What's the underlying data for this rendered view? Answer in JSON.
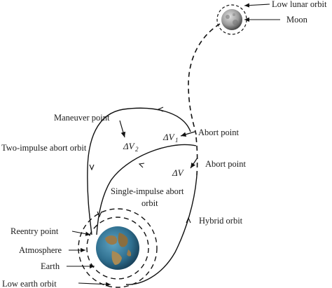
{
  "labels": {
    "low_lunar_orbit": "Low lunar orbit",
    "moon": "Moon",
    "maneuver_point": "Maneuver point",
    "abort_point_upper": "Abort point",
    "abort_point_lower": "Abort point",
    "two_impulse_abort_orbit": "Two-impulse abort orbit",
    "single_impulse_line1": "Single-impulse abort",
    "single_impulse_line2": "orbit",
    "hybrid_orbit": "Hybrid orbit",
    "reentry_point": "Reentry point",
    "atmosphere": "Atmosphere",
    "earth": "Earth",
    "low_earth_orbit": "Low earth orbit"
  },
  "math": {
    "delta_v": "ΔV",
    "delta_v1": "ΔV",
    "delta_v1_sub": "1",
    "delta_v2": "ΔV",
    "delta_v2_sub": "2"
  },
  "colors": {
    "line": "#111111",
    "earth_ocean": "#2f6f8f",
    "earth_land": "#9a7a4a",
    "moon_surface": "#9a9a9a"
  }
}
